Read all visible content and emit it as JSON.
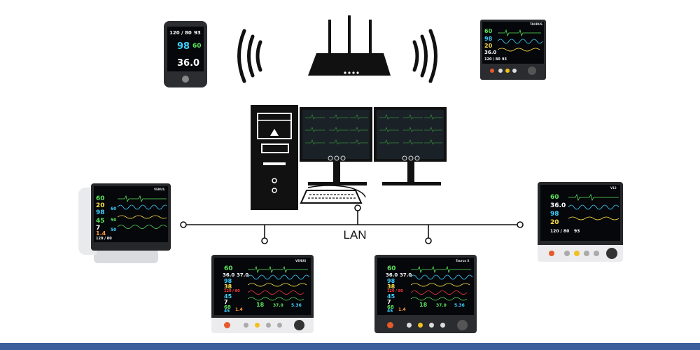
{
  "diagram": {
    "network_label": "LAN",
    "colors": {
      "bottom_bar": "#3b5f9c",
      "line": "#111111",
      "node_fill": "#ffffff"
    }
  },
  "devices": {
    "handheld": {
      "bp": "120 / 80",
      "bp_extra": "93",
      "spo2": "98",
      "pr": "60",
      "temp": "36.0"
    },
    "top_right_monitor": {
      "brand": "TAURUS",
      "v1": "60",
      "v2": "98",
      "v3": "20",
      "temp": "36.0",
      "bp": "120 / 80",
      "bp_extra": "93"
    },
    "left_monitor": {
      "brand": "VENUS",
      "v1": "60",
      "v2": "20",
      "v3": "98",
      "v4": "45",
      "v5": "7",
      "v6": "1.4",
      "bp": "120 / 80",
      "side1": "60",
      "side2": "50",
      "side3": "50"
    },
    "right_monitor": {
      "brand": "V12",
      "v1": "60",
      "v2": "36.0",
      "v3": "98",
      "v4": "20",
      "bp": "120 / 80",
      "bp_extra": "93"
    },
    "bottom_left_monitor": {
      "brand": "VENUS",
      "v1": "60",
      "v2": "36.0",
      "v2b": "37.0",
      "v3": "98",
      "v4": "38",
      "v5": "120 / 80",
      "v6": "45",
      "v7": "7",
      "v8": "68",
      "v9": "45",
      "v10": "1.4",
      "v11": "18",
      "v12": "37.0",
      "v13": "5.36"
    },
    "bottom_right_monitor": {
      "brand": "Taurus X",
      "v1": "60",
      "v2": "36.0",
      "v2b": "37.0",
      "v3": "98",
      "v4": "38",
      "v5": "120 / 80",
      "v6": "45",
      "v7": "7",
      "v8": "68",
      "v9": "45",
      "v10": "1.4",
      "v11": "18",
      "v12": "37.0",
      "v13": "5.36"
    }
  }
}
